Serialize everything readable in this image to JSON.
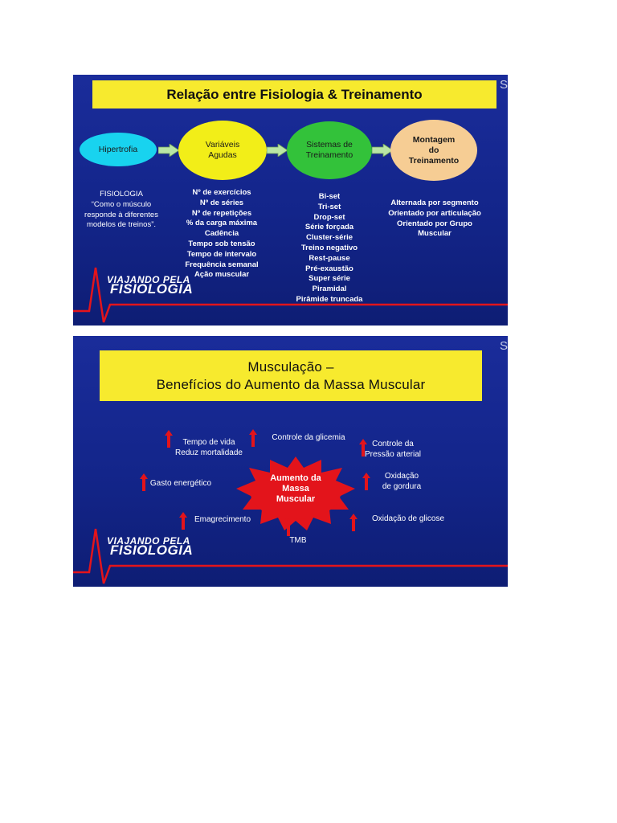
{
  "slide1": {
    "corner_letter": "S",
    "title": "Relação entre Fisiologia & Treinamento",
    "ovals": [
      {
        "label": "Hipertrofia",
        "color": "#18d3ef"
      },
      {
        "label": "Variáveis\nAgudas",
        "color": "#f2ee18"
      },
      {
        "label": "Sistemas de\nTreinamento",
        "color": "#33c23a"
      },
      {
        "label": "Montagem\ndo\nTreinamento",
        "color": "#f6cd94"
      }
    ],
    "col1_text": "FISIOLOGIA\n“Como o músculo\nresponde à diferentes\nmodelos de treinos”.",
    "col2_text": "Nº de exercícios\nNº de séries\nNº de repetições\n% da carga máxima\nCadência\nTempo sob tensão\nTempo de intervalo\nFrequência semanal\nAção muscular",
    "col3_text": "Bi-set\nTri-set\nDrop-set\nSérie forçada\nCluster-série\nTreino negativo\nRest-pause\nPré-exaustão\nSuper série\nPiramidal\nPirâmide truncada",
    "col4_text": "Alternada por segmento\nOrientado por articulação\nOrientado por Grupo\nMuscular",
    "logo_line1": "VIAJANDO PELA",
    "logo_line2": "FISIOLOGIA"
  },
  "slide2": {
    "corner_letter": "S",
    "title_line1": "Musculação –",
    "title_line2": "Benefícios do Aumento da Massa Muscular",
    "center": "Aumento da\nMassa\nMuscular",
    "benefits": {
      "tempo_vida": "Tempo de vida\nReduz mortalidade",
      "glicemia": "Controle da glicemia",
      "pressao": "Controle da\nPressão arterial",
      "gasto": "Gasto energético",
      "gordura": "Oxidação\nde gordura",
      "emagrecimento": "Emagrecimento",
      "glicose": "Oxidação de glicose",
      "tmb": "TMB"
    },
    "logo_line1": "VIAJANDO PELA",
    "logo_line2": "FISIOLOGIA"
  },
  "colors": {
    "slide_bg": "#13258a",
    "title_bg": "#f7ea2e",
    "accent_red": "#e3141b"
  }
}
